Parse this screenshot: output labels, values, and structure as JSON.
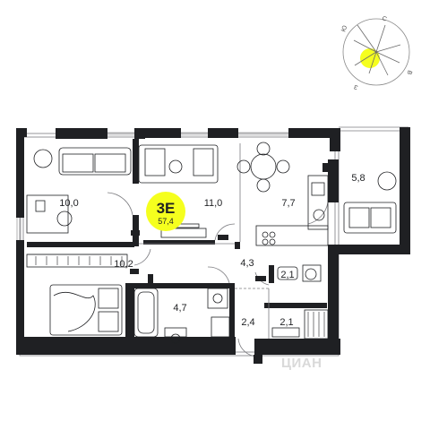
{
  "apartment": {
    "code": "3E",
    "total_area": "57,4",
    "badge_color": "#f5ff1e"
  },
  "compass": {
    "letters": [
      "С",
      "В",
      "Ю",
      "З"
    ],
    "sun_color": "#f5ff1e"
  },
  "rooms": [
    {
      "id": "bedroom-1",
      "area": "10,0"
    },
    {
      "id": "bedroom-2",
      "area": "11,0"
    },
    {
      "id": "kitchen",
      "area": "7,7"
    },
    {
      "id": "balcony",
      "area": "5,8"
    },
    {
      "id": "bedroom-3",
      "area": "10,2"
    },
    {
      "id": "hall",
      "area": "4,3"
    },
    {
      "id": "wc",
      "area": "2,1"
    },
    {
      "id": "bathroom",
      "area": "4,7"
    },
    {
      "id": "corridor",
      "area": "2,4"
    },
    {
      "id": "closet",
      "area": "2,1"
    }
  ],
  "watermark": "ЦИАН",
  "colors": {
    "wall": "#1f2023",
    "line": "#7c7c80",
    "accent": "#f5ff1e"
  }
}
